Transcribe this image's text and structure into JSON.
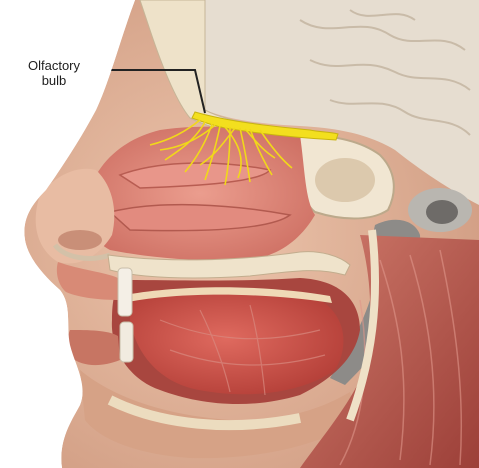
{
  "figure": {
    "label_line1": "Olfactory",
    "label_line2": "bulb",
    "structures": [
      "olfactory-bulb",
      "olfactory-nerve-fibers",
      "brain",
      "skull",
      "nasal-cavity",
      "nasal-turbinate",
      "oral-cavity",
      "tongue",
      "teeth",
      "lips",
      "eustachian-tube",
      "neck-muscles"
    ]
  },
  "colors": {
    "background": "#ffffff",
    "skin": "#e2b49a",
    "nasal_mucosa": "#d77e72",
    "tongue": "#c85048",
    "bone": "#efe4cd",
    "brain": "#e5dccd",
    "olfactory_nerve": "#f3df1e",
    "muscle": "#b8544a"
  }
}
